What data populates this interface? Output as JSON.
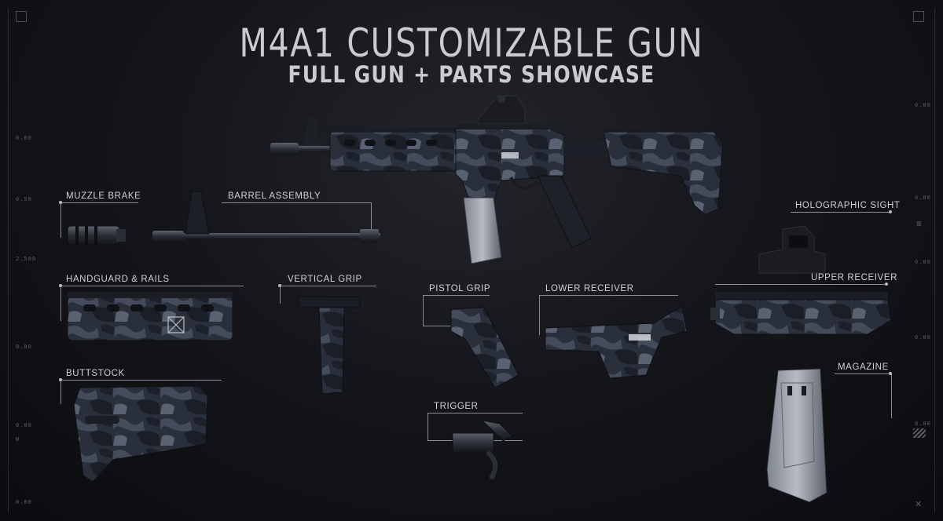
{
  "title": "M4A1 CUSTOMIZABLE GUN",
  "subtitle": "FULL GUN + PARTS SHOWCASE",
  "parts": {
    "muzzle_brake": "MUZZLE BRAKE",
    "barrel_assembly": "BARREL ASSEMBLY",
    "handguard_rails": "HANDGUARD & RAILS",
    "vertical_grip": "VERTICAL GRIP",
    "pistol_grip": "PISTOL GRIP",
    "lower_receiver": "LOWER RECEIVER",
    "holographic_sight": "HOLOGRAPHIC SIGHT",
    "upper_receiver": "UPPER RECEIVER",
    "buttstock": "BUTTSTOCK",
    "trigger": "TRIGGER",
    "magazine": "MAGAZINE"
  },
  "frame_ticks": {
    "left": [
      "0.00",
      "0.50",
      "2.500",
      "0.00",
      "0.00",
      "W",
      "0.00"
    ],
    "right": [
      "0.00",
      "0.00",
      "0.00",
      "0.00",
      "0.00"
    ]
  },
  "colors": {
    "background": "#121318",
    "text": "#cfd1d5",
    "camo_dark": "#1c2029",
    "camo_mid": "#3a4150",
    "camo_light": "#5b6373"
  }
}
